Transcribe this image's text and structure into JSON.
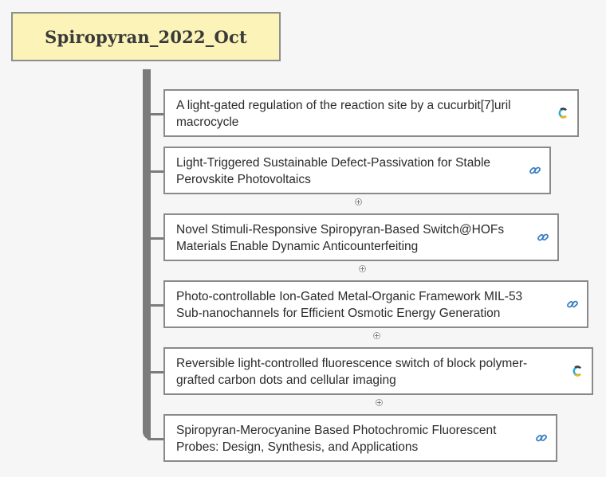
{
  "root": {
    "title": "Spiropyran_2022_Oct"
  },
  "topics": [
    {
      "line1": "A light-gated regulation of the reaction site by a cucurbit[7]uril",
      "line2": "macrocycle",
      "icon": "crossref-icon"
    },
    {
      "line1": "Light-Triggered Sustainable Defect-Passivation for Stable",
      "line2": "Perovskite Photovoltaics",
      "icon": "link-icon"
    },
    {
      "line1": "Novel Stimuli-Responsive Spiropyran-Based Switch@HOFs",
      "line2": "Materials Enable Dynamic Anticounterfeiting",
      "icon": "link-icon"
    },
    {
      "line1": "Photo-controllable Ion-Gated Metal-Organic Framework MIL-53",
      "line2": "Sub-nanochannels for Efficient Osmotic Energy Generation",
      "icon": "link-icon"
    },
    {
      "line1": "Reversible light-controlled fluorescence switch of block polymer-",
      "line2": "grafted carbon dots and cellular imaging",
      "icon": "crossref-icon"
    },
    {
      "line1": "Spiropyran-Merocyanine Based Photochromic Fluorescent",
      "line2": "Probes: Design, Synthesis, and Applications",
      "icon": "link-icon"
    }
  ],
  "colors": {
    "root_fill": "#fbf3b7",
    "connector": "#7b7b7b",
    "link_icon": "#3a7fc4"
  }
}
